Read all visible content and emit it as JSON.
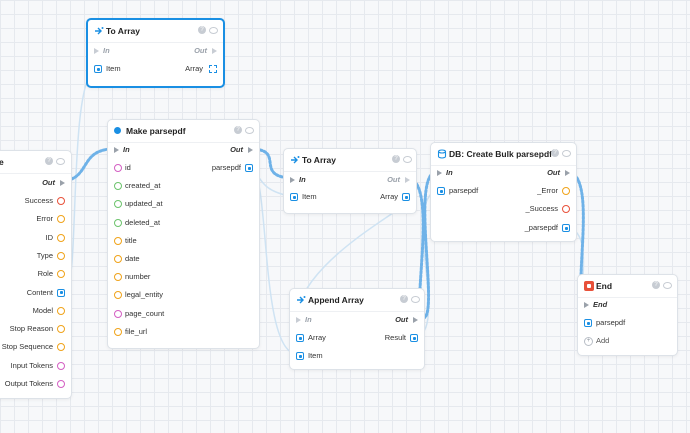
{
  "colors": {
    "accent": "#1a8fe3",
    "exec_pin": "#9aa1aa",
    "type_orange": "#f0a31a",
    "type_red": "#e8513a",
    "type_green": "#6cc36c",
    "type_pink": "#d45fc3",
    "wire": "#8cc4ee"
  },
  "nodes": {
    "left": {
      "title": "e",
      "out_label": "Out",
      "outputs": [
        "Success",
        "Error",
        "ID",
        "Type",
        "Role",
        "Content",
        "Model",
        "Stop Reason",
        "Stop Sequence",
        "Input Tokens",
        "Output Tokens"
      ]
    },
    "to_array_top": {
      "title": "To Array",
      "in_label": "In",
      "out_label": "Out",
      "input_label": "Item",
      "output_label": "Array"
    },
    "make_parsepdf": {
      "title": "Make parsepdf",
      "in_label": "In",
      "out_label": "Out",
      "output_label": "parsepdf",
      "inputs": [
        "id",
        "created_at",
        "updated_at",
        "deleted_at",
        "title",
        "date",
        "number",
        "legal_entity",
        "page_count",
        "file_url"
      ]
    },
    "to_array_mid": {
      "title": "To Array",
      "in_label": "In",
      "out_label": "Out",
      "input_label": "Item",
      "output_label": "Array"
    },
    "append_array": {
      "title": "Append Array",
      "in_label": "In",
      "out_label": "Out",
      "input1_label": "Array",
      "input2_label": "Item",
      "output_label": "Result"
    },
    "db_create": {
      "title": "DB: Create Bulk parsepdf",
      "in_label": "In",
      "out_label": "Out",
      "input_label": "parsepdf",
      "outputs": [
        "_Error",
        "_Success",
        "_parsepdf"
      ]
    },
    "end": {
      "title": "End",
      "in_label": "End",
      "input_label": "parsepdf",
      "add_label": "Add"
    }
  }
}
